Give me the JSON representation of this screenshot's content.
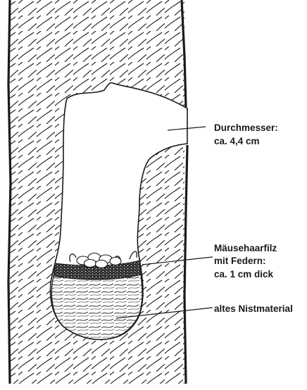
{
  "labels": {
    "diameter_line1": "Durchmesser:",
    "diameter_line2": "ca. 4,4 cm",
    "felt_line1": "Mäusehaarfilz",
    "felt_line2": "mit Federn:",
    "felt_line3": "ca. 1 cm dick",
    "old_material": "altes Nistmaterial"
  },
  "colors": {
    "ink": "#1a1a1a",
    "paper": "#ffffff"
  }
}
